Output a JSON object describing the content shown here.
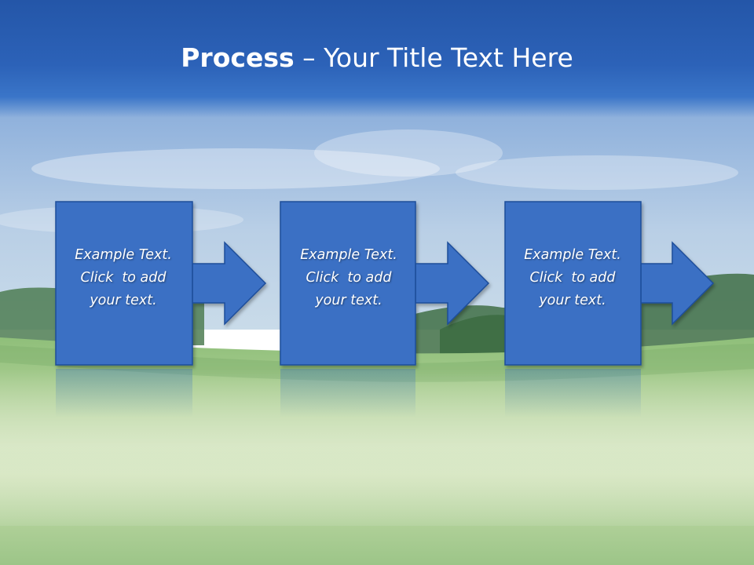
{
  "slide": {
    "title_bold": "Process",
    "title_rest": "– Your Title Text Here"
  },
  "steps": [
    {
      "lines": [
        "Example Text.",
        "Click  to add",
        "your text."
      ]
    },
    {
      "lines": [
        "Example Text.",
        "Click  to add",
        "your text."
      ]
    },
    {
      "lines": [
        "Example Text.",
        "Click  to add",
        "your text."
      ]
    }
  ],
  "colors": {
    "box_fill": "#3a6fc4",
    "box_stroke": "#1f4e9a",
    "title_band": "#2c62b8"
  }
}
